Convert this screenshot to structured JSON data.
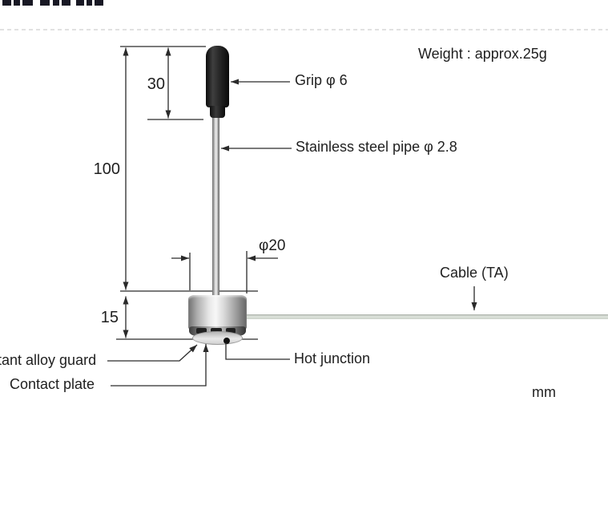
{
  "header": {
    "weight_note": "Weight : approx.25g",
    "unit_label": "mm"
  },
  "dimensions": {
    "grip_length": "30",
    "overall_length": "100",
    "head_height": "15",
    "head_diameter": "φ20"
  },
  "part_labels": {
    "grip": "Grip φ 6",
    "pipe": "Stainless steel pipe φ 2.8",
    "cable": "Cable (TA)",
    "hot_junction": "Hot junction",
    "alloy_guard": "tant alloy guard",
    "contact_plate": "Contact plate"
  },
  "colors": {
    "line": "#2a2a2a",
    "text": "#1f1f1f",
    "grip_black": "#1b1b1b",
    "pipe_metal": "#c9c9c9",
    "head_metal_light": "#f2f2f2",
    "head_metal_dark": "#6f6f6f",
    "cable_gray_green": "#ccd3cb",
    "dashed_rule": "#cfcfcf"
  }
}
